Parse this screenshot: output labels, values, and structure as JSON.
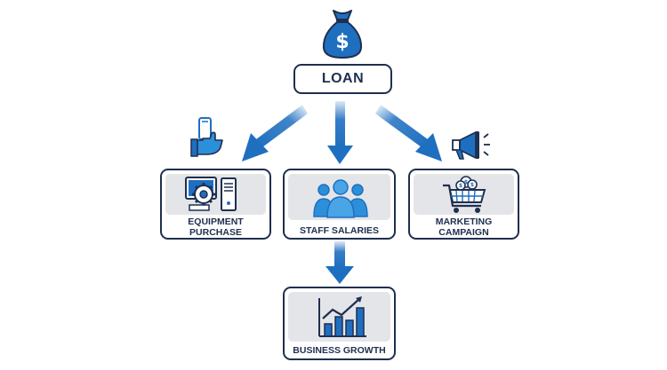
{
  "diagram": {
    "root": {
      "label": "LOAN",
      "icon": "money-bag-icon",
      "symbol": "$"
    },
    "branches": [
      {
        "id": "equipment",
        "label": "EQUIPMENT PURCHASE",
        "icon": "computer-gear-icon",
        "side_icon": "hand-phone-icon"
      },
      {
        "id": "salaries",
        "label": "STAFF SALARIES",
        "icon": "people-group-icon"
      },
      {
        "id": "marketing",
        "label": "MARKETING CAMPAIGN",
        "icon": "shopping-cart-icon",
        "side_icon": "megaphone-icon"
      }
    ],
    "outcome": {
      "label": "BUSINESS GROWTH",
      "icon": "growth-chart-icon"
    }
  },
  "colors": {
    "navy": "#1f2f4f",
    "blue": "#1f6fc0",
    "light_blue": "#2c8fd9",
    "panel_gray": "#e4e5e8"
  }
}
